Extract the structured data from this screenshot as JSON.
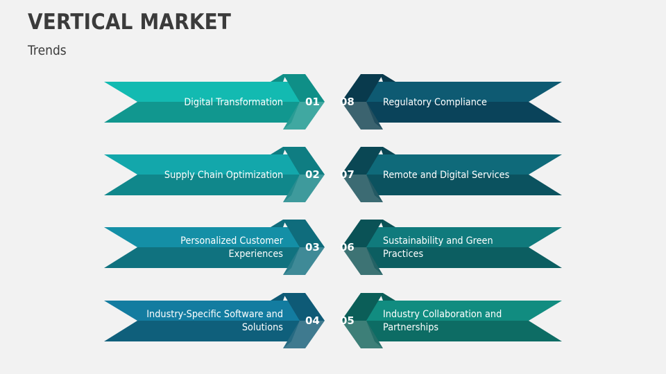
{
  "header": {
    "title": "VERTICAL MARKET",
    "subtitle": "Trends"
  },
  "colors": {
    "background": "#f2f2f2",
    "title_text": "#3b3b3b"
  },
  "items": [
    {
      "number": "01",
      "label": "Digital Transformation",
      "side": "left",
      "top": "#13bab1",
      "bottom": "#11978f",
      "head_top": "#0f8f87",
      "head_bottom": "#40a8a1"
    },
    {
      "number": "02",
      "label": "Supply Chain Optimization",
      "side": "left",
      "top": "#13a7ab",
      "bottom": "#10878b",
      "head_top": "#0f7d82",
      "head_bottom": "#3e9a9c"
    },
    {
      "number": "03",
      "label": "Personalized Customer Experiences",
      "side": "left",
      "top": "#148fa6",
      "bottom": "#10727f",
      "head_top": "#0f6c7c",
      "head_bottom": "#3f8a97"
    },
    {
      "number": "04",
      "label": "Industry-Specific Software and Solutions",
      "side": "left",
      "top": "#137ca0",
      "bottom": "#0f5f7b",
      "head_top": "#0e5a76",
      "head_bottom": "#3f7a8f"
    },
    {
      "number": "05",
      "label": "Industry Collaboration and Partnerships",
      "side": "right",
      "top": "#118c80",
      "bottom": "#0d6c64",
      "head_top": "#0b5e58",
      "head_bottom": "#3d7f78"
    },
    {
      "number": "06",
      "label": "Sustainability and Green Practices",
      "side": "right",
      "top": "#107a7c",
      "bottom": "#0c5e61",
      "head_top": "#0a5256",
      "head_bottom": "#3d7374"
    },
    {
      "number": "07",
      "label": "Remote and Digital Services",
      "side": "right",
      "top": "#0f6a7a",
      "bottom": "#0b525f",
      "head_top": "#0a4754",
      "head_bottom": "#3c6b73"
    },
    {
      "number": "08",
      "label": "Regulatory Compliance",
      "side": "right",
      "top": "#0e5a72",
      "bottom": "#0a435a",
      "head_top": "#093a4d",
      "head_bottom": "#3b636f"
    }
  ]
}
